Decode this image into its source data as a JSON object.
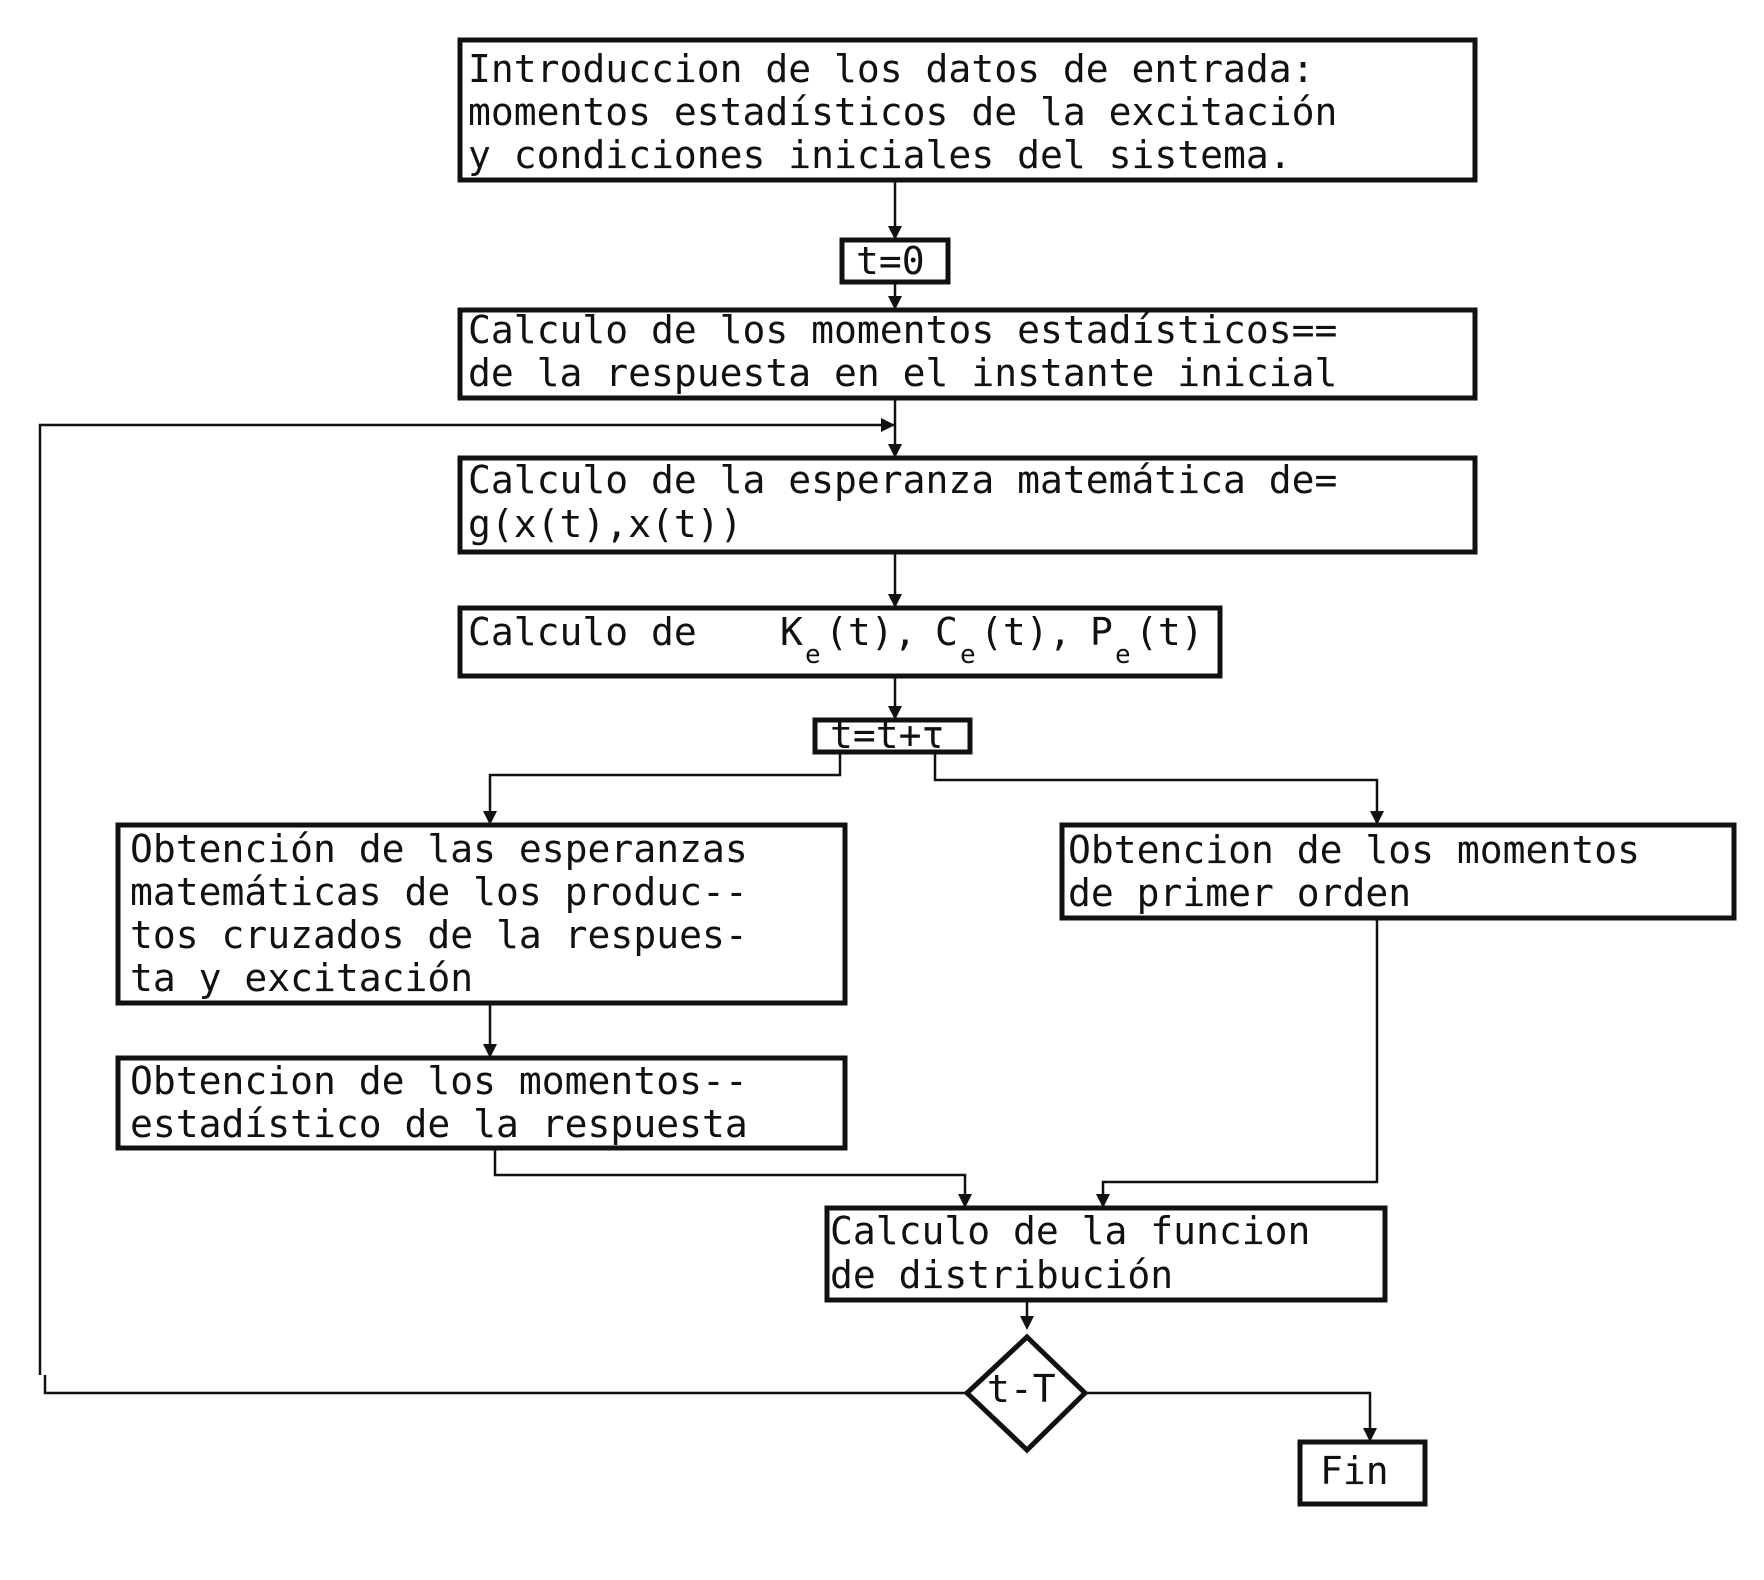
{
  "nodes": {
    "intro": [
      "Introduccion de los datos de entrada:",
      "momentos estadísticos de la excitación",
      "y condiciones iniciales del sistema."
    ],
    "t0": "t=0",
    "initial": [
      "Calculo de los momentos estadísticos==",
      "de la respuesta en el instante inicial"
    ],
    "expectation": [
      "Calculo de la esperanza matemática de=",
      "g(x(t),x(t))"
    ],
    "ke": {
      "prefix": "Calculo de",
      "terms": [
        {
          "sym": "K",
          "sub": "e",
          "arg": "(t),"
        },
        {
          "sym": "C",
          "sub": "e",
          "arg": "(t),"
        },
        {
          "sym": "P",
          "sub": "e",
          "arg": "(t)"
        }
      ]
    },
    "step": "t=t+τ",
    "cross": [
      "Obtención de las esperanzas",
      "matemáticas de los produc--",
      "tos cruzados de la respues-",
      "ta y excitación"
    ],
    "first_order": [
      "Obtencion de los momentos",
      "de primer orden"
    ],
    "response": [
      "Obtencion de los momentos--",
      "estadístico de la respuesta"
    ],
    "distribution": [
      "Calculo de la funcion",
      "de distribución"
    ],
    "decision": "t-T",
    "end": "Fin"
  }
}
